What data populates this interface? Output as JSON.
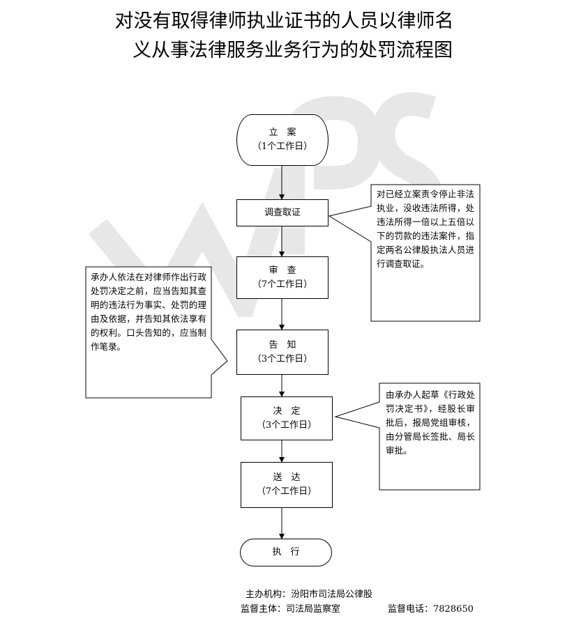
{
  "title": {
    "line1": "对没有取得律师执业证书的人员以律师名",
    "line2": "义从事法律服务业务行为的处罚流程图"
  },
  "steps": {
    "filing": {
      "label": "立　案",
      "days": "（1个工作日）"
    },
    "investigate": {
      "label": "调查取证"
    },
    "review": {
      "label": "审　查",
      "days": "（7个工作日）"
    },
    "notify": {
      "label": "告　知",
      "days": "（3个工作日）"
    },
    "decide": {
      "label": "决　定",
      "days": "（3个工作日）"
    },
    "deliver": {
      "label": "送　达",
      "days": "（7个工作日）"
    },
    "execute": {
      "label": "执　行"
    }
  },
  "notes": {
    "investigate": "对已经立案责令停止非法执业，没收违法所得，处违法所得一倍以上五倍以下的罚款的违法案件，指定两名公律股执法人员进行调查取证。",
    "notify": "承办人依法在对律师作出行政处罚决定之前，应当告知其查明的违法行为事实、处罚的理由及依据，并告知其依法享有的权利。口头告知的，应当制作笔录。",
    "decide": "由承办人起草《行政处罚决定书》，经股长审批后，报局党组审核，由分管局长签批、局长审批。"
  },
  "footer": {
    "organizer": "主办机构：汾阳市司法局公律股",
    "supervisor": "监督主体：司法局监察室",
    "phone": "监督电话：7828650"
  }
}
